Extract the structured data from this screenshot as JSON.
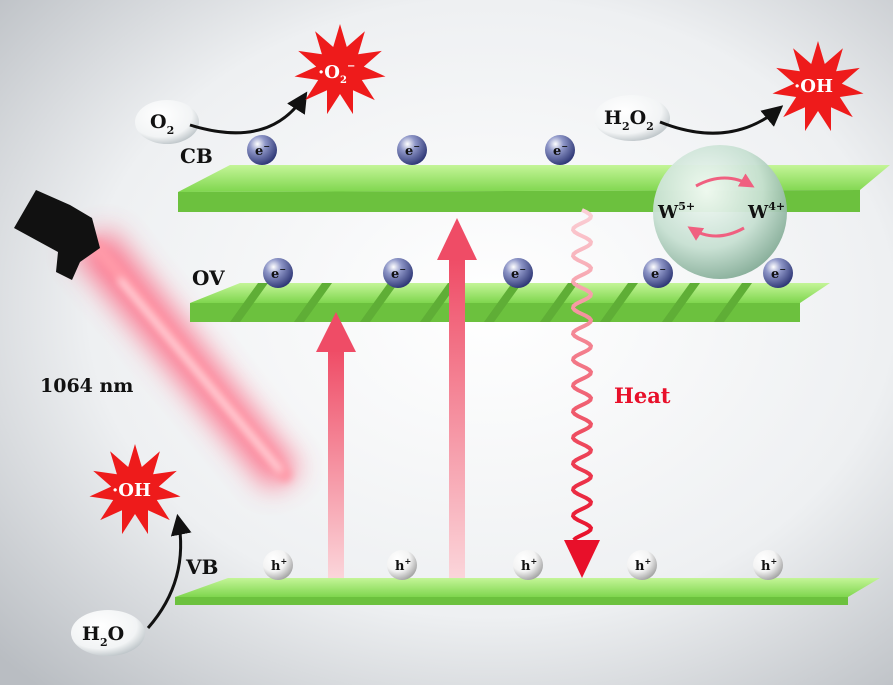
{
  "bands": {
    "cb_label": "CB",
    "ov_label": "OV",
    "vb_label": "VB"
  },
  "laser": {
    "wavelength_label": "1064 nm"
  },
  "heat_label": "Heat",
  "tungsten": {
    "w5_base": "W",
    "w5_sup": "5+",
    "w4_base": "W",
    "w4_sup": "4+"
  },
  "carriers": {
    "electron_base": "e",
    "electron_sup": "−",
    "hole_base": "h",
    "hole_sup": "+"
  },
  "species": {
    "o2_base": "O",
    "o2_sub": "2",
    "superoxide_dot": "·",
    "superoxide_base": "O",
    "superoxide_sub": "2",
    "superoxide_sup": "−",
    "h2o2_h": "H",
    "h2o2_sub1": "2",
    "h2o2_o": "O",
    "h2o2_sub2": "2",
    "oh_top": "·OH",
    "oh_bottom": "·OH",
    "h2o_h": "H",
    "h2o_sub": "2",
    "h2o_o": "O"
  },
  "colors": {
    "band_green": "#9ee86a",
    "arrow_red": "#f0506a",
    "star_red": "#ee1b1b",
    "heat_red": "#e8102a"
  }
}
